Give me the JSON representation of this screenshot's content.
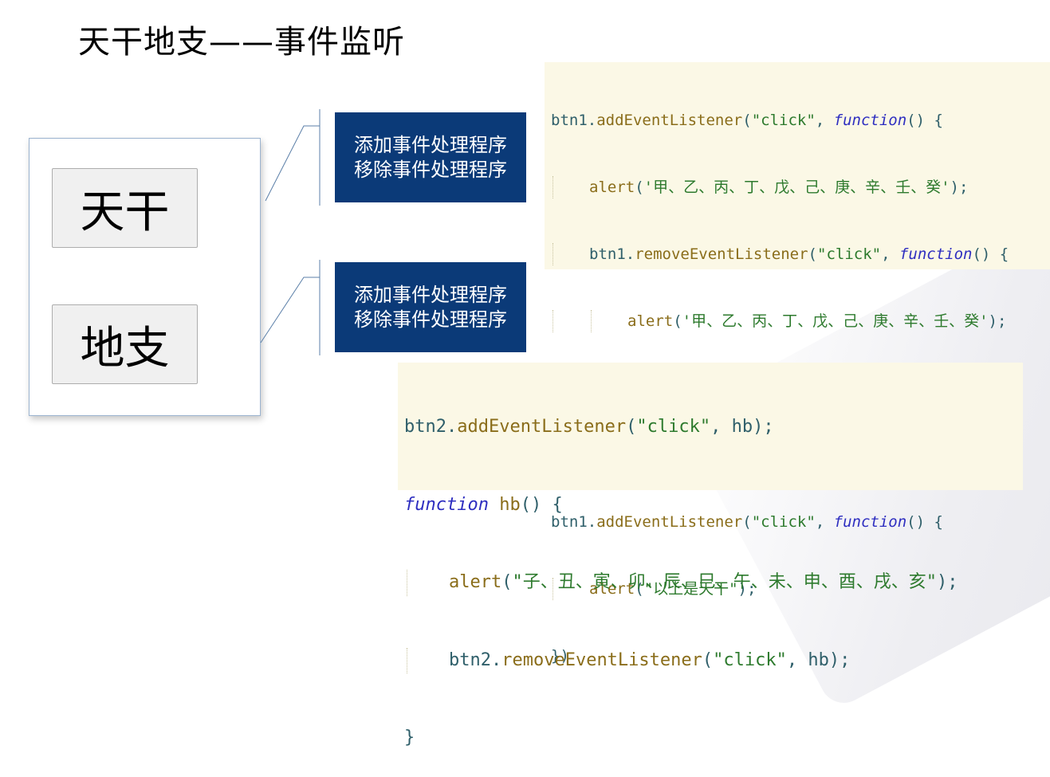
{
  "title": "天干地支——事件监听",
  "window": {
    "button1_label": "天干",
    "button2_label": "地支"
  },
  "event_box_1": {
    "line1": "添加事件处理程序",
    "line2": "移除事件处理程序"
  },
  "event_box_2": {
    "line1": "添加事件处理程序",
    "line2": "移除事件处理程序"
  },
  "code_block_1": {
    "l1": {
      "obj": "btn1.",
      "method": "addEventListener",
      "open": "(",
      "str": "\"click\"",
      "comma": ", ",
      "fn": "function",
      "rest": "() {"
    },
    "l2": {
      "method": "alert",
      "open": "(",
      "str": "'甲、乙、丙、丁、戊、己、庚、辛、壬、癸'",
      "close": ");"
    },
    "l3": {
      "obj": "btn1.",
      "method": "removeEventListener",
      "open": "(",
      "str": "\"click\"",
      "comma": ", ",
      "fn": "function",
      "rest": "() {"
    },
    "l4": {
      "method": "alert",
      "open": "(",
      "str": "'甲、乙、丙、丁、戊、己、庚、辛、壬、癸'",
      "close": ");"
    },
    "l5": {
      "text": "})"
    },
    "l6": {
      "text": "});"
    },
    "l7": {
      "obj": "btn1.",
      "method": "addEventListener",
      "open": "(",
      "str": "\"click\"",
      "comma": ", ",
      "fn": "function",
      "rest": "() {"
    },
    "l8": {
      "method": "alert",
      "open": "(",
      "str": "\"以上是天干\"",
      "close": ");"
    },
    "l9": {
      "text": "})"
    }
  },
  "code_block_2": {
    "l1": {
      "obj": "btn2.",
      "method": "addEventListener",
      "open": "(",
      "str": "\"click\"",
      "rest": ", hb);"
    },
    "l2": {
      "fn": "function",
      "name": " hb",
      "rest": "() {"
    },
    "l3": {
      "method": "alert",
      "open": "(",
      "str": "\"子、丑、寅、卯、辰、巳、午、未、申、酉、戌、亥\"",
      "close": ");"
    },
    "l4": {
      "obj": "btn2.",
      "method": "removeEventListener",
      "open": "(",
      "str": "\"click\"",
      "rest": ", hb);"
    },
    "l5": {
      "text": "}"
    }
  }
}
